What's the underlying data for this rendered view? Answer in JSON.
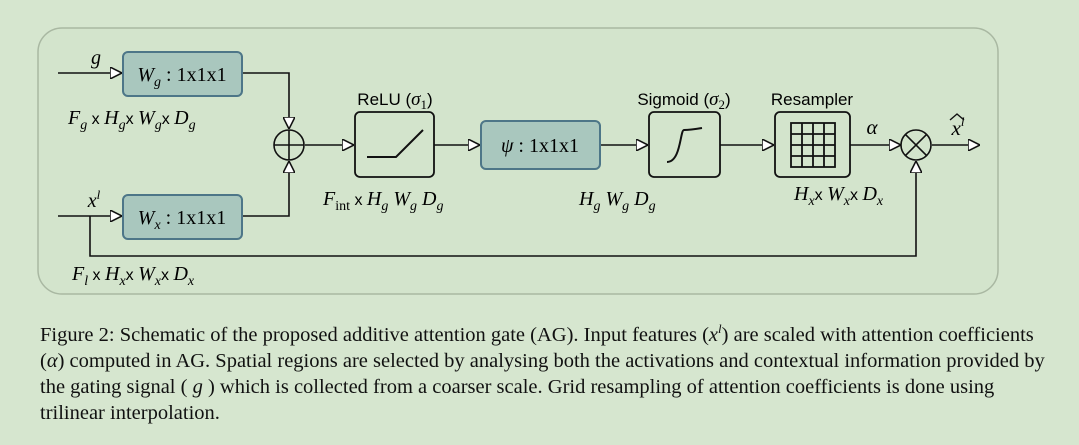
{
  "diagram": {
    "inputs": {
      "g": {
        "symbol": "g",
        "dims": "F_g × H_g × W_g × D_g"
      },
      "x": {
        "symbol": "x^l",
        "dims": "F_l × H_x × W_x × D_x"
      }
    },
    "blocks": {
      "wg": "W_g : 1x1x1",
      "wx": "W_x : 1x1x1",
      "relu": "ReLU (σ1)",
      "psi": "ψ : 1x1x1",
      "sigmoid": "Sigmoid (σ2)",
      "resampler": "Resampler"
    },
    "labels": {
      "after_sum": "F_int × H_g W_g D_g",
      "after_psi": "H_g W_g D_g",
      "after_resampler": "H_x × W_x × D_x",
      "alpha": "α",
      "output": "x̂^l"
    },
    "colors": {
      "panel_bg": "#d3e4cc",
      "panel_border": "#a9b8a2",
      "block_fill": "#a9c7be",
      "block_border": "#4d7688",
      "line": "#111111"
    }
  },
  "caption": {
    "label": "Figure 2:",
    "text": "Schematic of the proposed additive attention gate (AG). Input features (x^l) are scaled with attention coefficients (α) computed in AG. Spatial regions are selected by analysing both the activations and contextual information provided by the gating signal ( g ) which is collected from a coarser scale. Grid resampling of attention coefficients is done using trilinear interpolation."
  }
}
